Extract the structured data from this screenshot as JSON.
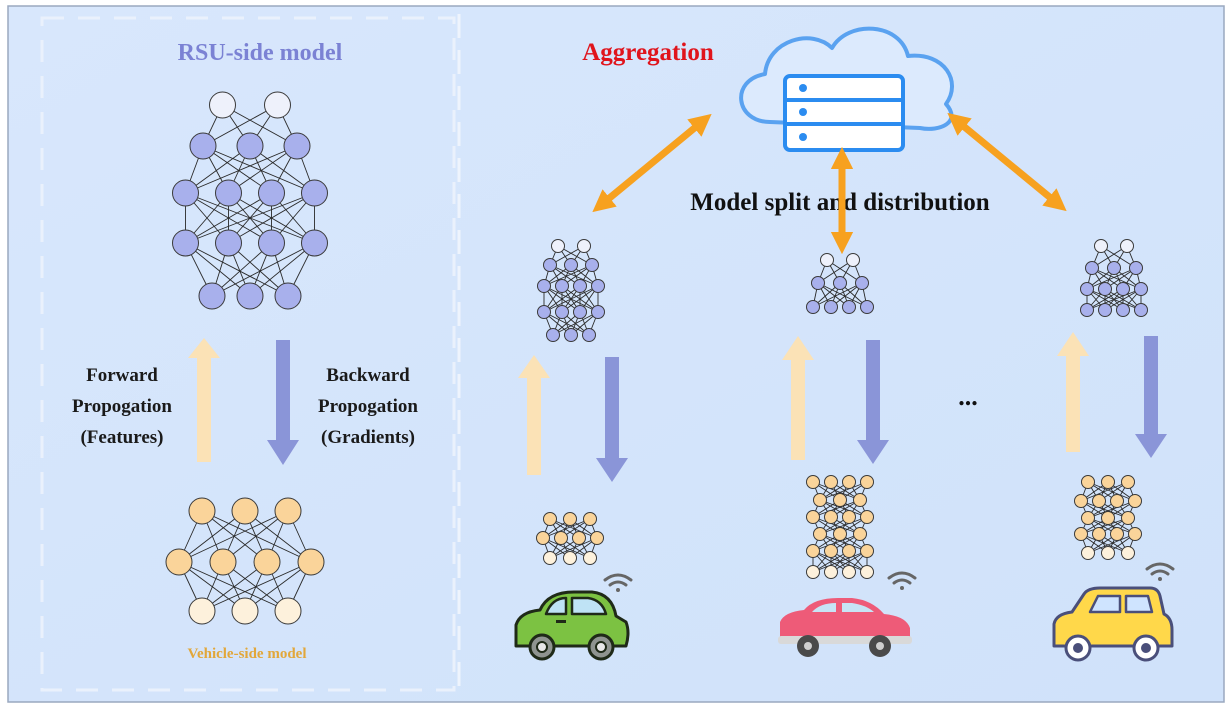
{
  "left_panel": {
    "title": "RSU-side model",
    "forward_label": [
      "Forward",
      "Propogation",
      "(Features)"
    ],
    "backward_label": [
      "Backward",
      "Propogation",
      "(Gradients)"
    ],
    "vehicle_model_label": "Vehicle-side model"
  },
  "right_panel": {
    "aggregation_label": "Aggregation",
    "distribution_label": "Model split and distribution",
    "ellipsis": "..."
  },
  "colors": {
    "background": "#d6e6fb",
    "rsu_title": "#7b82d4",
    "aggregation": "#e0141c",
    "node_rsu": "#a8b0ec",
    "node_vehicle_hidden": "#fad49a",
    "node_vehicle_input": "#fdf1dc",
    "arrow_orange": "#f7a11f",
    "arrow_up": "#fbe2b6",
    "arrow_down": "#8a95d8",
    "vehicle_label": "#e2a73a",
    "server": "#2b8cf0",
    "car_green": "#7cc242",
    "car_pink": "#ee5b78",
    "car_yellow": "#ffd84a",
    "wifi": "#666666"
  },
  "icons": [
    "cloud-server-icon",
    "wifi-icon",
    "green-car-icon",
    "pink-car-icon",
    "yellow-car-icon"
  ]
}
